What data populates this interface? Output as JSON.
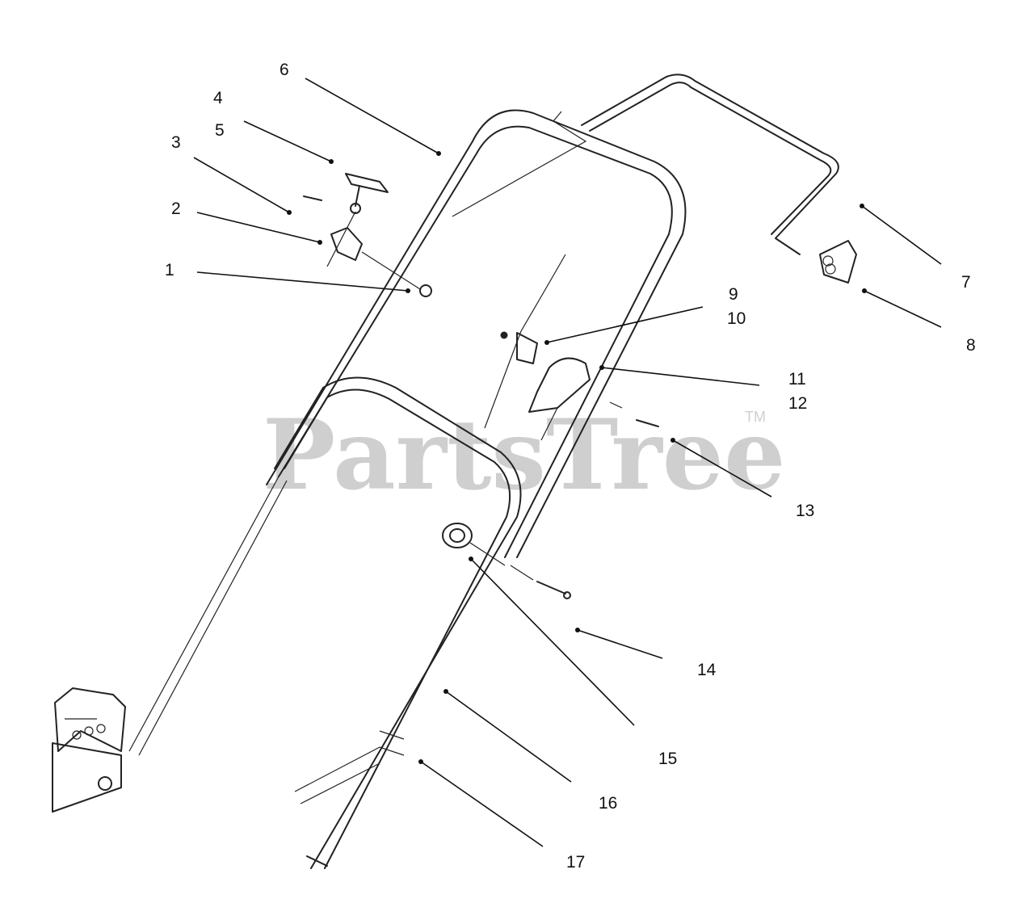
{
  "watermark": {
    "brand": "PartsTree",
    "trademark": "TM"
  },
  "callouts": [
    "1",
    "2",
    "3",
    "4",
    "5",
    "6",
    "7",
    "8",
    "9",
    "10",
    "11",
    "12",
    "13",
    "14",
    "15",
    "16",
    "17"
  ]
}
